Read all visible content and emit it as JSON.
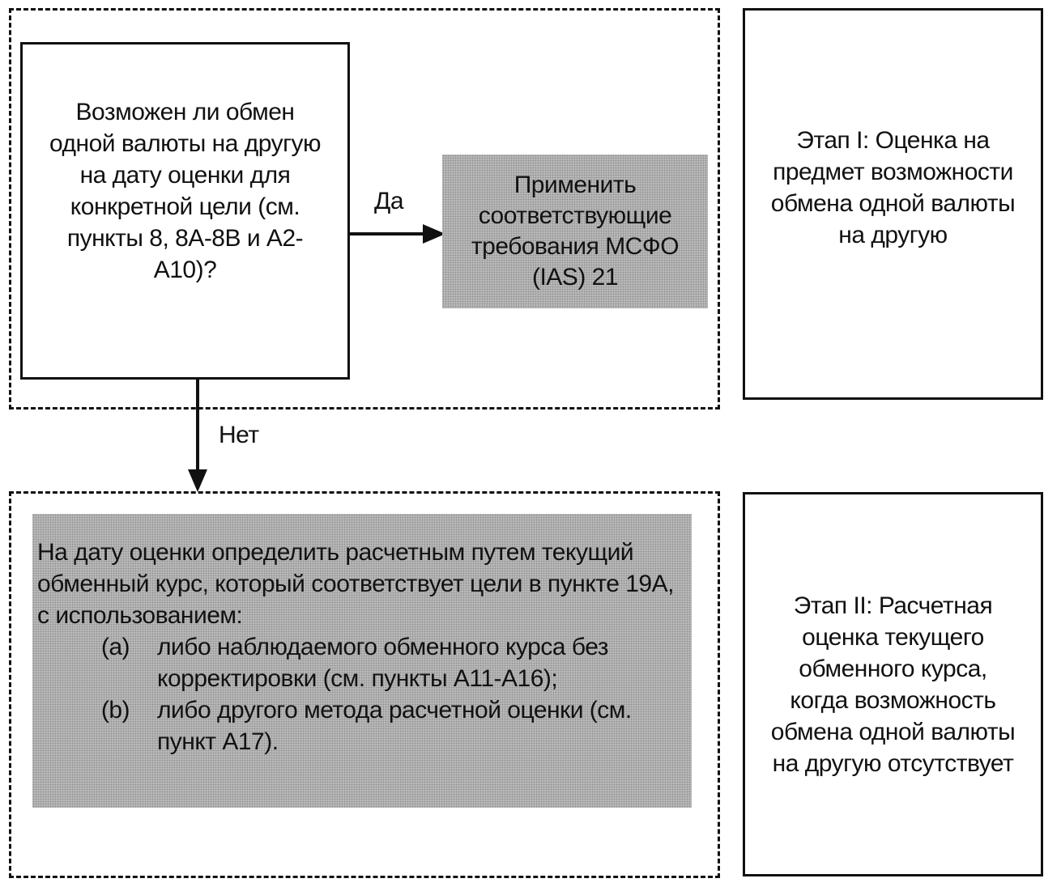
{
  "stage1": {
    "question": "Возможен ли обмен одной валюты на другую на дату оценки для конкретной цели (см. пункты 8, 8А-8В и А2-А10)?",
    "yes_label": "Да",
    "apply": "Применить соответствующие требования МСФО (IAS) 21",
    "title": "Этап I: Оценка на предмет возможности обмена одной валюты на другую"
  },
  "no_label": "Нет",
  "stage2": {
    "intro": "На дату оценки определить расчетным путем текущий обменный курс, который соответствует цели в пункте 19А, с использованием:",
    "items": [
      {
        "label": "(a)",
        "text": "либо наблюдаемого обменного курса без корректировки (см. пункты А11-А16);"
      },
      {
        "label": "(b)",
        "text": "либо другого метода расчетной оценки (см. пункт А17)."
      }
    ],
    "title": "Этап II: Расчетная оценка текущего обменного курса, когда возможность обмена одной валюты на другую отсутствует"
  }
}
